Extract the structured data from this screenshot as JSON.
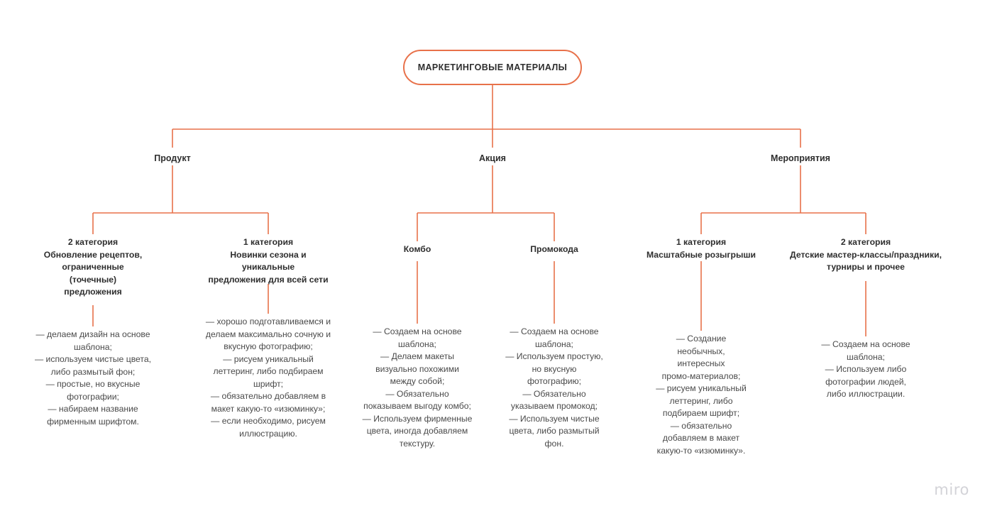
{
  "theme": {
    "connector_color": "#e8714a",
    "background": "#ffffff",
    "heading_text_color": "#2e2e2e",
    "body_text_color": "#4a4a4a",
    "watermark_color": "#d3d3d8"
  },
  "root": {
    "label": "МАРКЕТИНГОВЫЕ МАТЕРИАЛЫ"
  },
  "branches": [
    {
      "label": "Продукт"
    },
    {
      "label": "Акция"
    },
    {
      "label": "Мероприятия"
    }
  ],
  "categories": [
    {
      "lines": [
        "2 категория",
        "Обновление рецептов,",
        "ограниченные",
        "(точечные)",
        "предложения"
      ],
      "details": [
        "— делаем дизайн на основе",
        "шаблона;",
        "— используем чистые цвета,",
        "либо размытый фон;",
        "— простые, но вкусные",
        "фотографии;",
        "— набираем название",
        "фирменным шрифтом."
      ]
    },
    {
      "lines": [
        "1 категория",
        "Новинки сезона и",
        "уникальные",
        "предложения для всей сети"
      ],
      "details": [
        "— хорошо подготавливаемся и",
        "делаем максимально сочную и",
        "вкусную фотографию;",
        "— рисуем уникальный",
        "леттеринг, либо подбираем",
        "шрифт;",
        "— обязательно добавляем в",
        "макет какую-то «изюминку»;",
        "— если необходимо, рисуем",
        "иллюстрацию."
      ]
    },
    {
      "lines": [
        "Комбо"
      ],
      "details": [
        "— Создаем на основе",
        "шаблона;",
        "— Делаем макеты",
        "визуально похожими",
        "между собой;",
        "— Обязательно",
        "показываем выгоду комбо;",
        "— Используем фирменные",
        "цвета, иногда добавляем",
        "текстуру."
      ]
    },
    {
      "lines": [
        "Промокода"
      ],
      "details": [
        "— Создаем на основе",
        "шаблона;",
        "— Используем простую,",
        "но вкусную",
        "фотографию;",
        "— Обязательно",
        "указываем промокод;",
        "— Используем чистые",
        "цвета, либо размытый",
        "фон."
      ]
    },
    {
      "lines": [
        "1 категория",
        "Масштабные розыгрыши"
      ],
      "details": [
        "— Создание",
        "необычных,",
        "интересных",
        "промо-материалов;",
        "— рисуем уникальный",
        "леттеринг, либо",
        "подбираем шрифт;",
        "— обязательно",
        "добавляем в макет",
        "какую-то «изюминку»."
      ]
    },
    {
      "lines": [
        "2 категория",
        "Детские мастер-классы/праздники,",
        "турниры и прочее"
      ],
      "details": [
        "— Создаем на основе",
        "шаблона;",
        "— Используем либо",
        "фотографии людей,",
        "либо иллюстрации."
      ]
    }
  ],
  "watermark": {
    "label": "miro"
  }
}
